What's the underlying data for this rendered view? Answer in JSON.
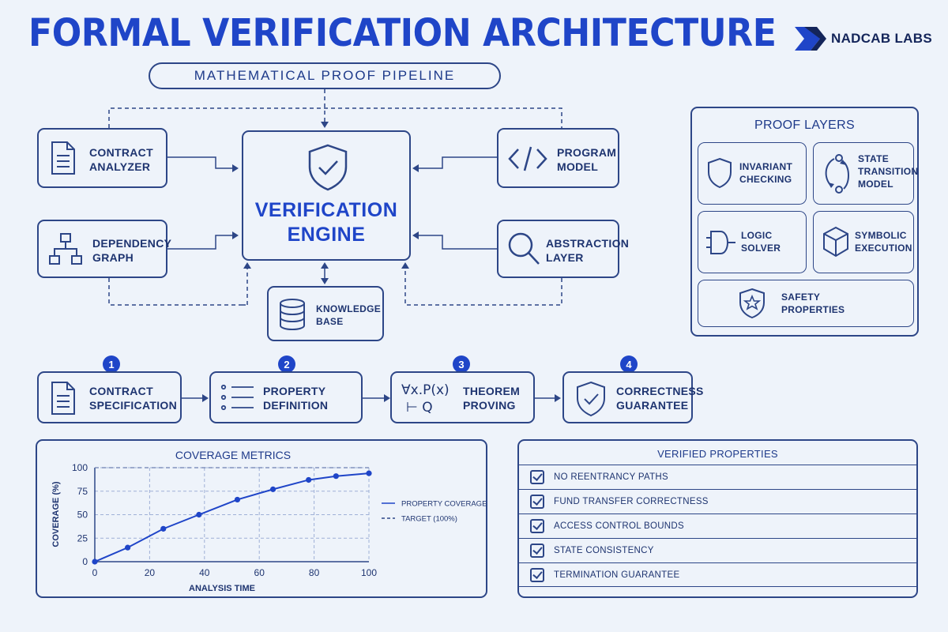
{
  "header": {
    "title": "FORMAL VERIFICATION ARCHITECTURE",
    "brand": "NADCAB LABS",
    "pipeline_label": "MATHEMATICAL PROOF PIPELINE"
  },
  "architecture": {
    "engine_line1": "VERIFICATION",
    "engine_line2": "ENGINE",
    "contract_analyzer": [
      "CONTRACT",
      "ANALYZER"
    ],
    "dependency_graph": [
      "DEPENDENCY",
      "GRAPH"
    ],
    "program_model": [
      "PROGRAM",
      "MODEL"
    ],
    "abstraction_layer": [
      "ABSTRACTION",
      "LAYER"
    ],
    "knowledge_base": [
      "KNOWLEDGE",
      "BASE"
    ]
  },
  "proof_layers": {
    "title": "PROOF LAYERS",
    "invariant": [
      "INVARIANT",
      "CHECKING"
    ],
    "state": [
      "STATE",
      "TRANSITION",
      "MODEL"
    ],
    "logic": [
      "LOGIC",
      "SOLVER"
    ],
    "symbolic": [
      "SYMBOLIC",
      "EXECUTION"
    ],
    "safety": [
      "SAFETY",
      "PROPERTIES"
    ]
  },
  "steps": [
    {
      "num": "1",
      "line1": "CONTRACT",
      "line2": "SPECIFICATION"
    },
    {
      "num": "2",
      "line1": "PROPERTY",
      "line2": "DEFINITION"
    },
    {
      "num": "3",
      "line1": "THEOREM",
      "line2": "PROVING",
      "formula1": "∀x.P(x)",
      "formula2": "⊢ Q"
    },
    {
      "num": "4",
      "line1": "CORRECTNESS",
      "line2": "GUARANTEE"
    }
  ],
  "chart_data": {
    "type": "line",
    "title": "COVERAGE METRICS",
    "xlabel": "ANALYSIS TIME",
    "ylabel": "COVERAGE (%)",
    "xlim": [
      0,
      100
    ],
    "ylim": [
      0,
      100
    ],
    "xticks": [
      0,
      20,
      40,
      60,
      80,
      100
    ],
    "yticks": [
      0,
      25,
      50,
      75,
      100
    ],
    "grid": true,
    "legend_position": "right",
    "series": [
      {
        "name": "PROPERTY COVERAGE",
        "style": "solid",
        "x": [
          0,
          12,
          25,
          38,
          52,
          65,
          78,
          88,
          100
        ],
        "y": [
          0,
          15,
          35,
          50,
          66,
          77,
          87,
          91,
          94
        ]
      },
      {
        "name": "TARGET (100%)",
        "style": "dashed",
        "x": [
          0,
          100
        ],
        "y": [
          100,
          100
        ]
      }
    ]
  },
  "verified": {
    "title": "VERIFIED PROPERTIES",
    "items": [
      "NO REENTRANCY PATHS",
      "FUND TRANSFER CORRECTNESS",
      "ACCESS CONTROL BOUNDS",
      "STATE CONSISTENCY",
      "TERMINATION GUARANTEE"
    ]
  },
  "colors": {
    "accent": "#1f45c8",
    "line": "#2d4687",
    "background": "#eef3fa"
  }
}
